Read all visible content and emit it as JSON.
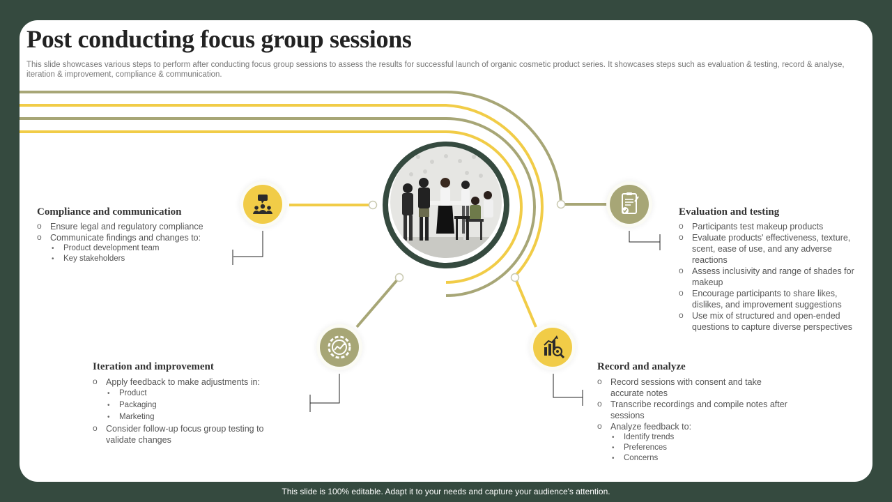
{
  "slide": {
    "title": "Post conducting focus group sessions",
    "subtitle": "This slide showcases various steps to perform after conducting focus group sessions to assess the results for successful launch of organic cosmetic product series. It showcases steps such as evaluation & testing, record & analyse, iteration & improvement, compliance & communication."
  },
  "colors": {
    "background": "#354a3f",
    "yellow": "#f1cc47",
    "olive": "#a7a676",
    "dark_ring": "#354a3f"
  },
  "sections": {
    "compliance": {
      "icon": "people-chat-icon",
      "title": "Compliance and communication",
      "items": [
        {
          "text": "Ensure legal and regulatory compliance",
          "sub": []
        },
        {
          "text": "Communicate findings and changes to:",
          "sub": [
            "Product development team",
            "Key stakeholders"
          ]
        }
      ]
    },
    "evaluation": {
      "icon": "checklist-icon",
      "title": "Evaluation and testing",
      "items": [
        {
          "text": "Participants test makeup products",
          "sub": []
        },
        {
          "text": "Evaluate products' effectiveness, texture, scent, ease of use, and any adverse reactions",
          "sub": []
        },
        {
          "text": "Assess inclusivity and range of shades for makeup",
          "sub": []
        },
        {
          "text": "Encourage participants to share likes, dislikes, and improvement suggestions",
          "sub": []
        },
        {
          "text": "Use mix of structured and open-ended questions to capture diverse perspectives",
          "sub": []
        }
      ]
    },
    "iteration": {
      "icon": "gear-cycle-icon",
      "title": "Iteration and improvement",
      "items": [
        {
          "text": "Apply feedback to make adjustments in:",
          "sub": [
            "Product",
            "Packaging",
            "Marketing"
          ]
        },
        {
          "text": "Consider follow-up focus group testing to validate changes",
          "sub": []
        }
      ]
    },
    "record": {
      "icon": "chart-magnifier-icon",
      "title": "Record and analyze",
      "items": [
        {
          "text": "Record sessions with consent and take accurate notes",
          "sub": []
        },
        {
          "text": "Transcribe recordings and compile notes after sessions",
          "sub": []
        },
        {
          "text": "Analyze feedback to:",
          "sub": [
            "Identify trends",
            "Preferences",
            "Concerns"
          ]
        }
      ]
    }
  },
  "footer": "This slide is 100% editable. Adapt it to your needs and capture your audience's attention."
}
